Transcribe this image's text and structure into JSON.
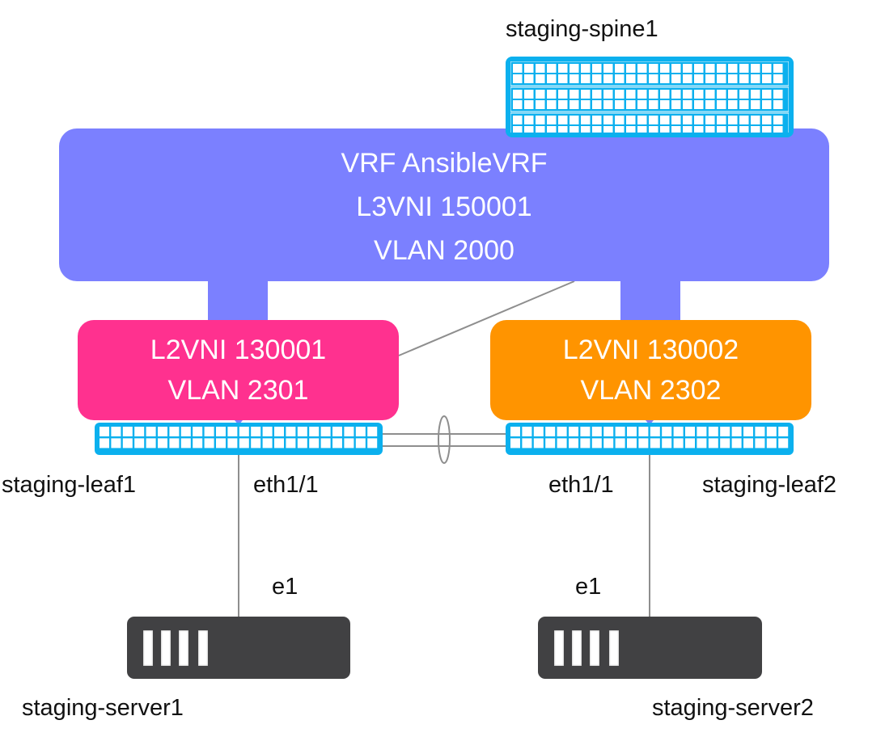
{
  "diagram": {
    "vrf": {
      "lines": [
        "VRF AnsibleVRF",
        "L3VNI 150001",
        "VLAN 2000"
      ],
      "color": "#7b80ff"
    },
    "l2vni": [
      {
        "lines": [
          "L2VNI 130001",
          "VLAN 2301"
        ],
        "color": "#ff318f"
      },
      {
        "lines": [
          "L2VNI 130002",
          "VLAN 2302"
        ],
        "color": "#ff9400"
      }
    ],
    "devices": {
      "spine": {
        "name": "staging-spine1"
      },
      "leaf1": {
        "name": "staging-leaf1",
        "port": "eth1/1"
      },
      "leaf2": {
        "name": "staging-leaf2",
        "port": "eth1/1"
      },
      "server1": {
        "name": "staging-server1",
        "port": "e1"
      },
      "server2": {
        "name": "staging-server2",
        "port": "e1"
      }
    },
    "colors": {
      "switch": "#0bb0ee",
      "server": "#414143",
      "link": "#8e8e8e"
    }
  }
}
